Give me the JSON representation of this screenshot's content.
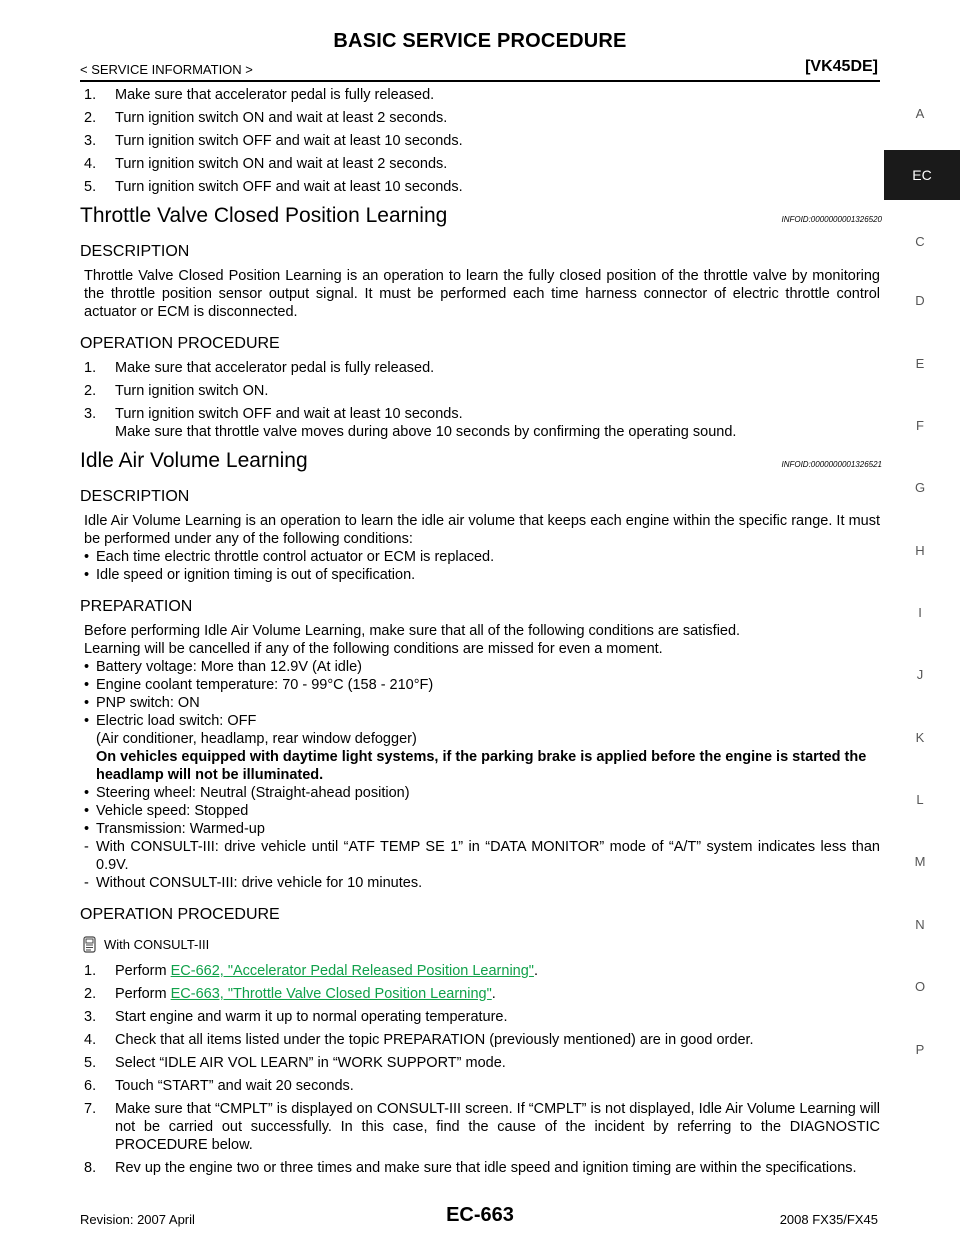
{
  "header": {
    "title": "BASIC SERVICE PROCEDURE",
    "breadcrumb": "< SERVICE INFORMATION >",
    "model": "[VK45DE]"
  },
  "intro_steps": [
    {
      "num": "1.",
      "text": "Make sure that accelerator pedal is fully released."
    },
    {
      "num": "2.",
      "text": "Turn ignition switch ON and wait at least 2 seconds."
    },
    {
      "num": "3.",
      "text": "Turn ignition switch OFF and wait at least 10 seconds."
    },
    {
      "num": "4.",
      "text": "Turn ignition switch ON and wait at least 2 seconds."
    },
    {
      "num": "5.",
      "text": "Turn ignition switch OFF and wait at least 10 seconds."
    }
  ],
  "throttle": {
    "title": "Throttle Valve Closed Position Learning",
    "infoid": "INFOID:0000000001326520",
    "desc_heading": "DESCRIPTION",
    "desc_text": "Throttle Valve Closed Position Learning is an operation to learn the fully closed position of the throttle valve by monitoring the throttle position sensor output signal. It must be performed each time harness connector of electric throttle control actuator or ECM is disconnected.",
    "proc_heading": "OPERATION PROCEDURE",
    "steps": [
      {
        "num": "1.",
        "text": "Make sure that accelerator pedal is fully released."
      },
      {
        "num": "2.",
        "text": "Turn ignition switch ON."
      },
      {
        "num": "3.",
        "text": "Turn ignition switch OFF and wait at least 10 seconds."
      }
    ],
    "step3_note": "Make sure that throttle valve moves during above 10 seconds by confirming the operating sound."
  },
  "idle": {
    "title": "Idle Air Volume Learning",
    "infoid": "INFOID:0000000001326521",
    "desc_heading": "DESCRIPTION",
    "desc_text": "Idle Air Volume Learning is an operation to learn the idle air volume that keeps each engine within the specific range. It must be performed under any of the following conditions:",
    "desc_bullets": [
      "Each time electric throttle control actuator or ECM is replaced.",
      "Idle speed or ignition timing is out of specification."
    ],
    "prep_heading": "PREPARATION",
    "prep_line1": "Before performing Idle Air Volume Learning, make sure that all of the following conditions are satisfied.",
    "prep_line2": "Learning will be cancelled if any of the following conditions are missed for even a moment.",
    "prep_bullets_a": [
      "Battery voltage: More than 12.9V (At idle)",
      "Engine coolant temperature: 70 - 99°C (158 - 210°F)",
      "PNP switch: ON",
      "Electric load switch: OFF"
    ],
    "prep_sub": "(Air conditioner, headlamp, rear window defogger)",
    "prep_warning": "On vehicles equipped with daytime light systems, if the parking brake is applied before the engine is started the headlamp will not be illuminated.",
    "prep_bullets_b": [
      "Steering wheel: Neutral (Straight-ahead position)",
      "Vehicle speed: Stopped",
      "Transmission: Warmed-up"
    ],
    "prep_dashes": [
      "With CONSULT-III: drive vehicle until “ATF TEMP SE 1” in “DATA MONITOR” mode of “A/T” system indicates less than 0.9V.",
      "Without CONSULT-III: drive vehicle for 10 minutes."
    ],
    "proc_heading": "OPERATION PROCEDURE",
    "tool_label": "With CONSULT-III",
    "step1_prefix": "Perform",
    "step1_link": "EC-662, \"Accelerator Pedal Released Position Learning\"",
    "step2_prefix": "Perform",
    "step2_link": "EC-663, \"Throttle Valve Closed Position Learning\"",
    "steps": [
      {
        "num": "3.",
        "text": "Start engine and warm it up to normal operating temperature."
      },
      {
        "num": "4.",
        "text": "Check that all items listed under the topic PREPARATION (previously mentioned) are in good order."
      },
      {
        "num": "5.",
        "text": "Select “IDLE AIR VOL LEARN” in “WORK SUPPORT” mode."
      },
      {
        "num": "6.",
        "text": "Touch “START” and wait 20 seconds."
      },
      {
        "num": "7.",
        "text": "Make sure that “CMPLT” is displayed on CONSULT-III screen. If “CMPLT” is not displayed, Idle Air Volume Learning will not be carried out successfully. In this case, find the cause of the incident by referring to the DIAGNOSTIC PROCEDURE below."
      },
      {
        "num": "8.",
        "text": "Rev up the engine two or three times and make sure that idle speed and ignition timing are within the specifications."
      }
    ]
  },
  "side_tabs": [
    "A",
    "EC",
    "C",
    "D",
    "E",
    "F",
    "G",
    "H",
    "I",
    "J",
    "K",
    "L",
    "M",
    "N",
    "O",
    "P"
  ],
  "footer": {
    "revision": "Revision: 2007 April",
    "page": "EC-663",
    "model_year": "2008 FX35/FX45"
  }
}
